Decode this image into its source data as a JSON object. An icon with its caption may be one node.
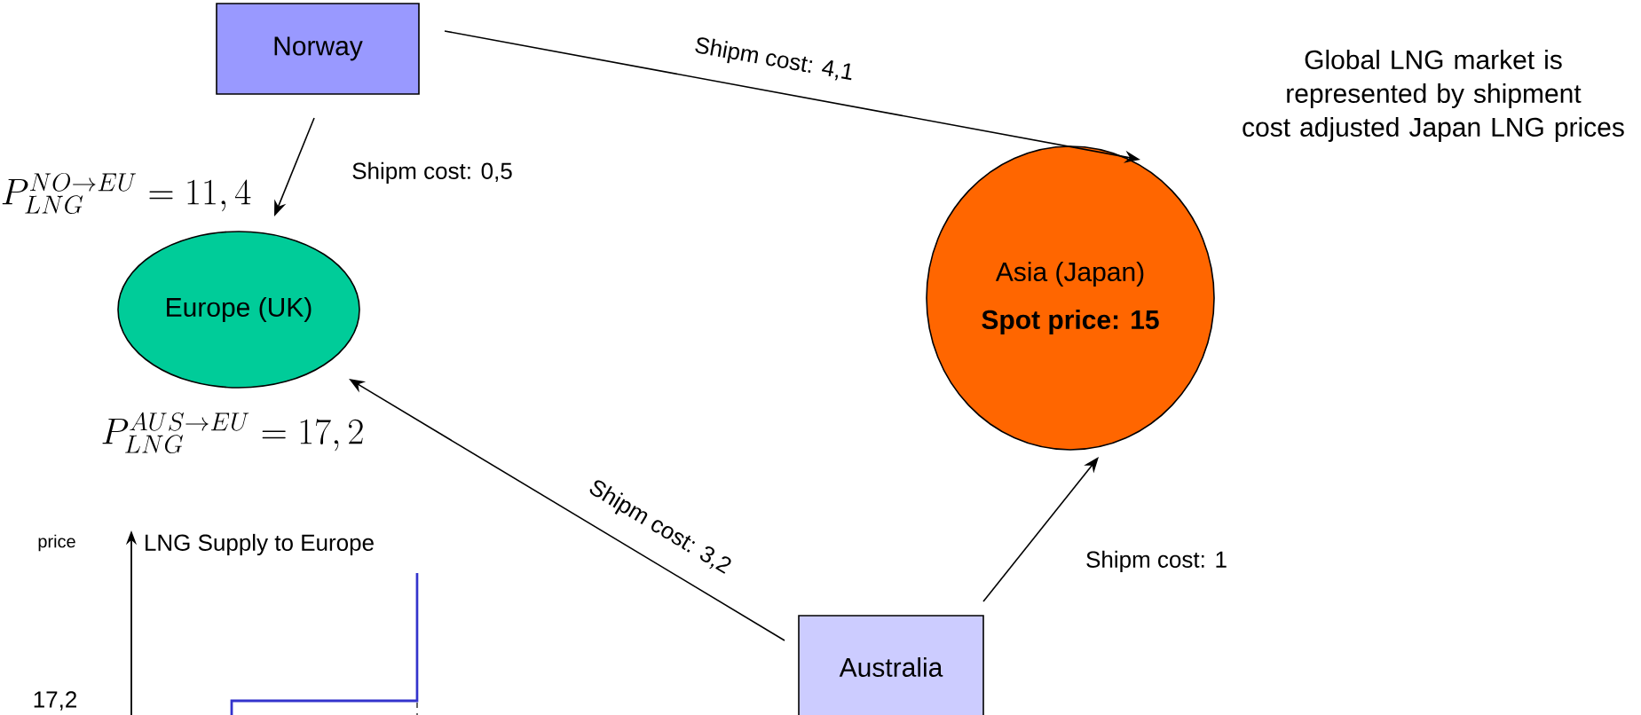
{
  "diagram": {
    "nodes": [
      {
        "text": [
          "Norway"
        ]
      },
      {
        "text": [
          "Europe (UK)"
        ]
      },
      {
        "text": [
          "Asia (Japan)",
          "Spot price: 15"
        ]
      },
      {
        "text": [
          "Australia"
        ]
      }
    ],
    "edges": [
      {
        "from": 0,
        "to": 2,
        "arrow": "to",
        "label": "Shipm cost: 4,1"
      },
      {
        "from": 0,
        "to": 1,
        "arrow": "to",
        "label": "Shipm cost: 0,5"
      },
      {
        "from": 3,
        "to": 1,
        "arrow": "to",
        "label": "Shipm cost: 3,2"
      },
      {
        "from": 3,
        "to": 2,
        "arrow": "to",
        "label": "Shipm cost: 1"
      }
    ],
    "labels": [
      "Global LNG market is represented by shipment cost adjusted Japan LNG prices",
      "P_{LNG}^{NO\\rightarrow EU} =11,4",
      "P_{LNG}^{AUS\\rightarrow EU} =17,2",
      "price",
      "LNG Supply to Europe",
      "17,2"
    ]
  }
}
